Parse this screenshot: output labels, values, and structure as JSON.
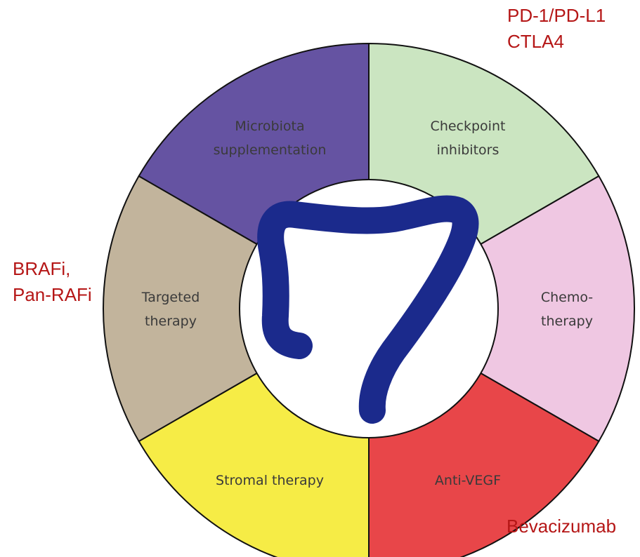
{
  "segments": [
    {
      "label_lines": [
        "Checkpoint",
        "inhibitors"
      ],
      "color": "#cbe5c1"
    },
    {
      "label_lines": [
        "Chemo-",
        "therapy"
      ],
      "color": "#efc7e2"
    },
    {
      "label_lines": [
        "Anti-VEGF"
      ],
      "color": "#e84649"
    },
    {
      "label_lines": [
        "Stromal therapy"
      ],
      "color": "#f6ec46"
    },
    {
      "label_lines": [
        "Targeted",
        "therapy"
      ],
      "color": "#c2b49c"
    },
    {
      "label_lines": [
        "Microbiota",
        "supplementation"
      ],
      "color": "#6553a2"
    }
  ],
  "center_icon": {
    "name": "colon-icon",
    "color": "#1b2a8c"
  },
  "annotations": {
    "checkpoint": {
      "lines": [
        "PD-1/PD-L1",
        "CTLA4"
      ]
    },
    "targeted": {
      "lines": [
        "BRAFi,",
        "Pan-RAFi"
      ]
    },
    "antivegf": {
      "lines": [
        "Bevacizumab"
      ]
    }
  },
  "annotation_color": "#b51616"
}
